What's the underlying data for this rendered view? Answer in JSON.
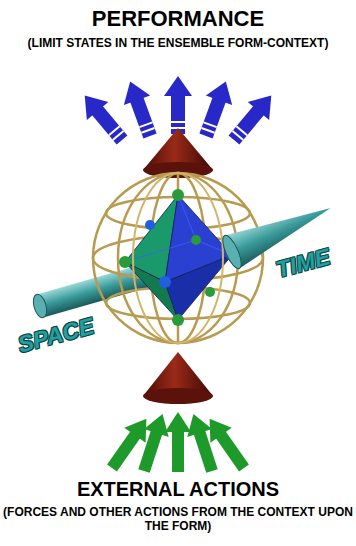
{
  "diagram": {
    "labels": [
      "PERFORMANCE",
      "(LIMIT STATES IN THE ENSEMBLE FORM-CONTEXT)",
      "SPACE",
      "TIME",
      "EXTERNAL ACTIONS",
      "(FORCES AND OTHER ACTIONS FROM THE CONTEXT UPON THE FORM)"
    ]
  }
}
